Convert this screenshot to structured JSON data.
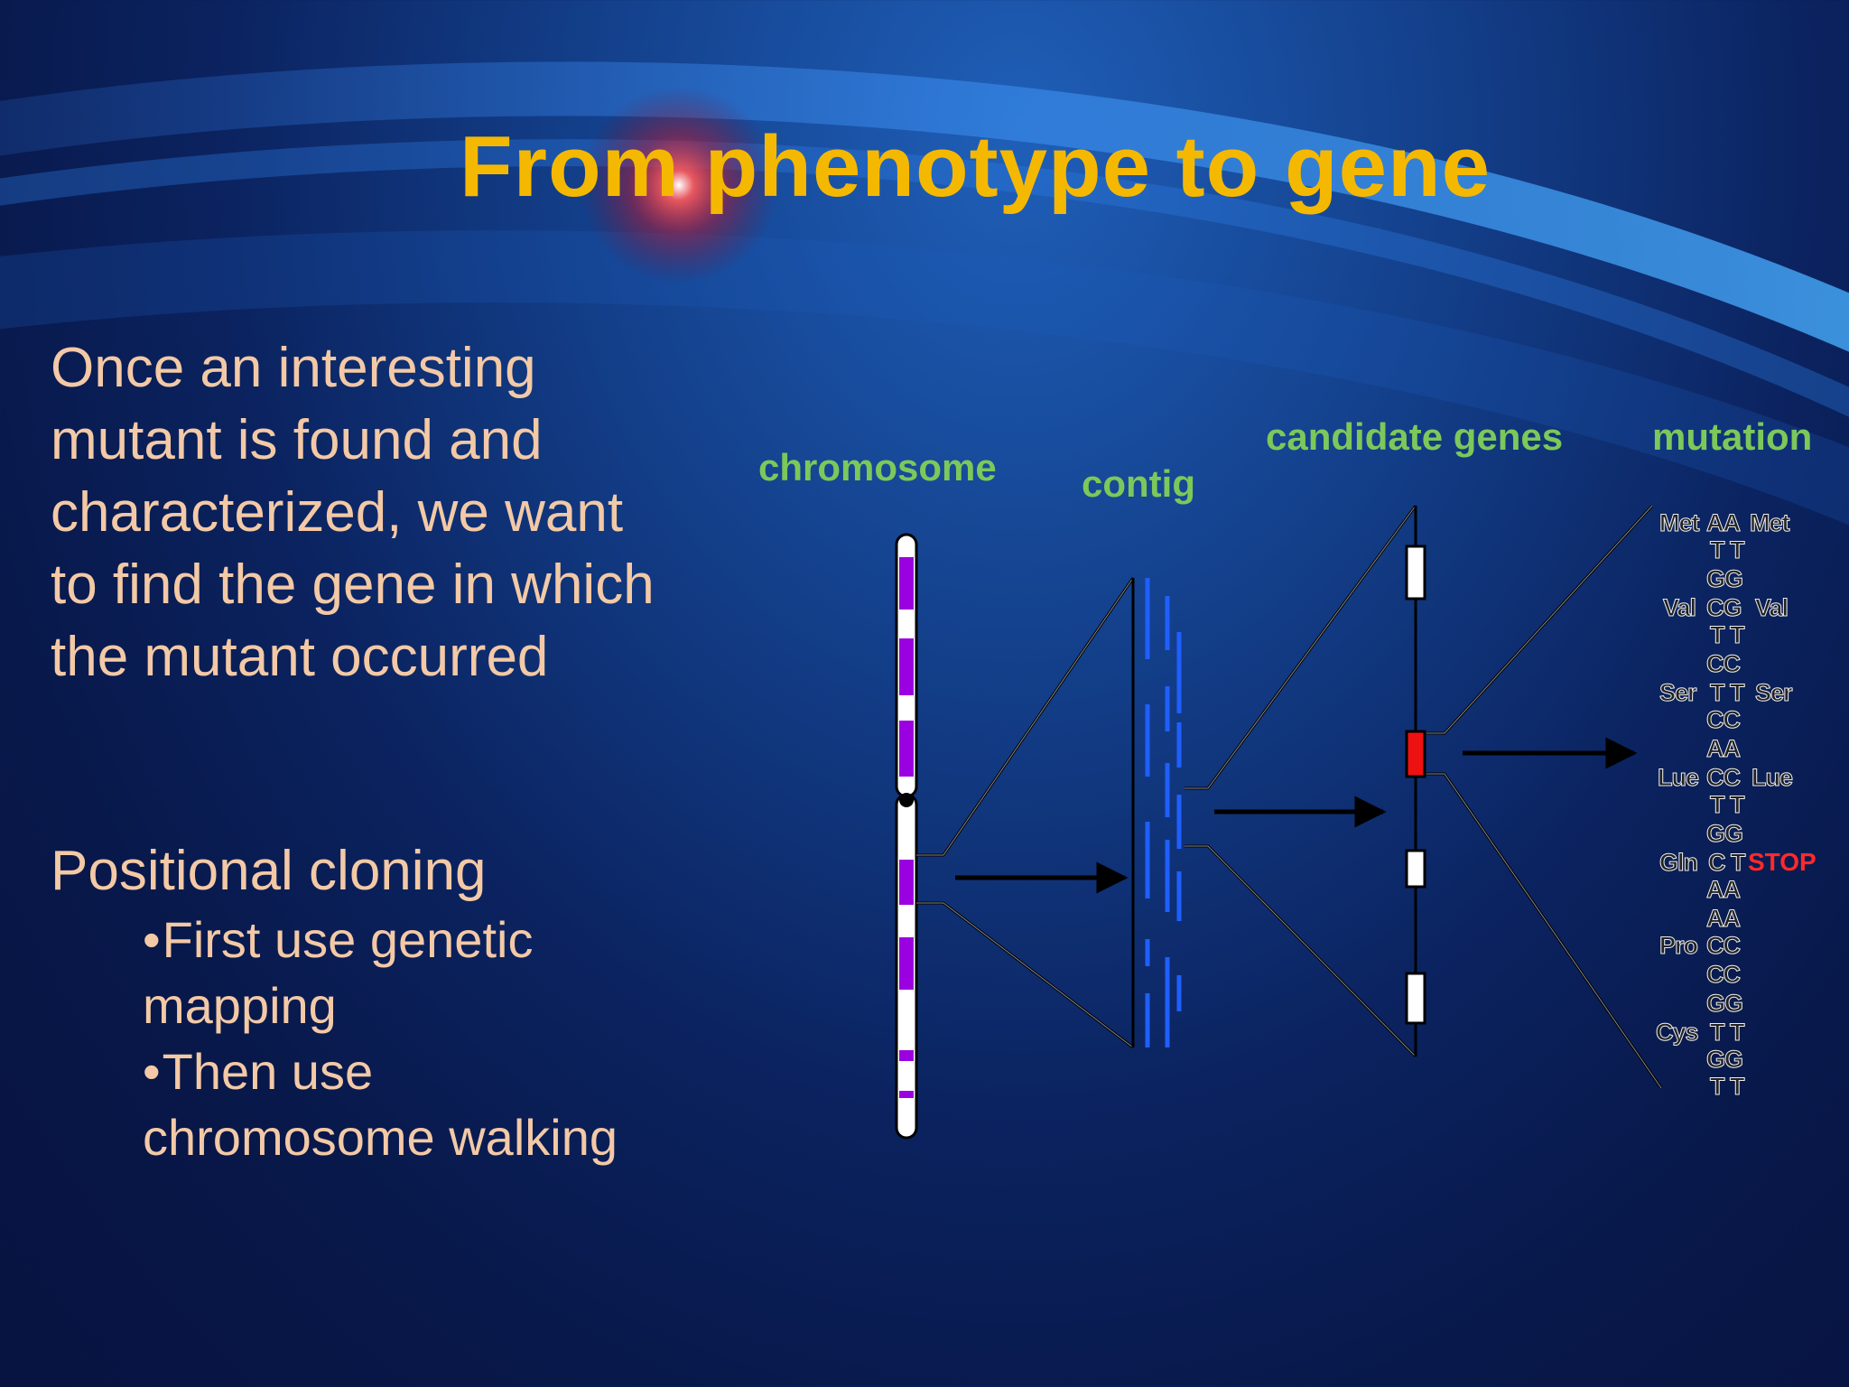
{
  "title": "From phenotype to gene",
  "intro": "Once an interesting mutant is found and characterized, we want to find the gene in which the mutant occurred",
  "subheading": "Positional cloning",
  "bullets": [
    "First use genetic mapping",
    "Then use chromosome walking"
  ],
  "bullet_glyph": "•",
  "diagram": {
    "labels": {
      "chromosome": "chromosome",
      "contig": "contig",
      "candidate_genes": "candidate genes",
      "mutation": "mutation"
    },
    "codons_left": [
      "Met",
      "Val",
      "Ser",
      "Lue",
      "Gln",
      "Pro",
      "Cys"
    ],
    "codons_right": [
      "Met",
      "Val",
      "Ser",
      "Lue"
    ],
    "stop_label": "STOP",
    "bases": [
      "AA",
      "T T",
      "GG",
      "CG",
      "T T",
      "CC",
      "T T",
      "CC",
      "AA",
      "CC",
      "T T",
      "GG",
      "C T",
      "AA",
      "AA",
      "CC",
      "CC",
      "GG",
      "T T",
      "GG",
      "T T"
    ],
    "colors": {
      "title": "#f5b800",
      "text": "#f3c9a6",
      "labels": "#7cc85a",
      "chromosome_band": "#9b00e0",
      "contig": "#1f5fff",
      "mutant_gene": "#ee1111",
      "stop": "#ff2a2a"
    }
  }
}
